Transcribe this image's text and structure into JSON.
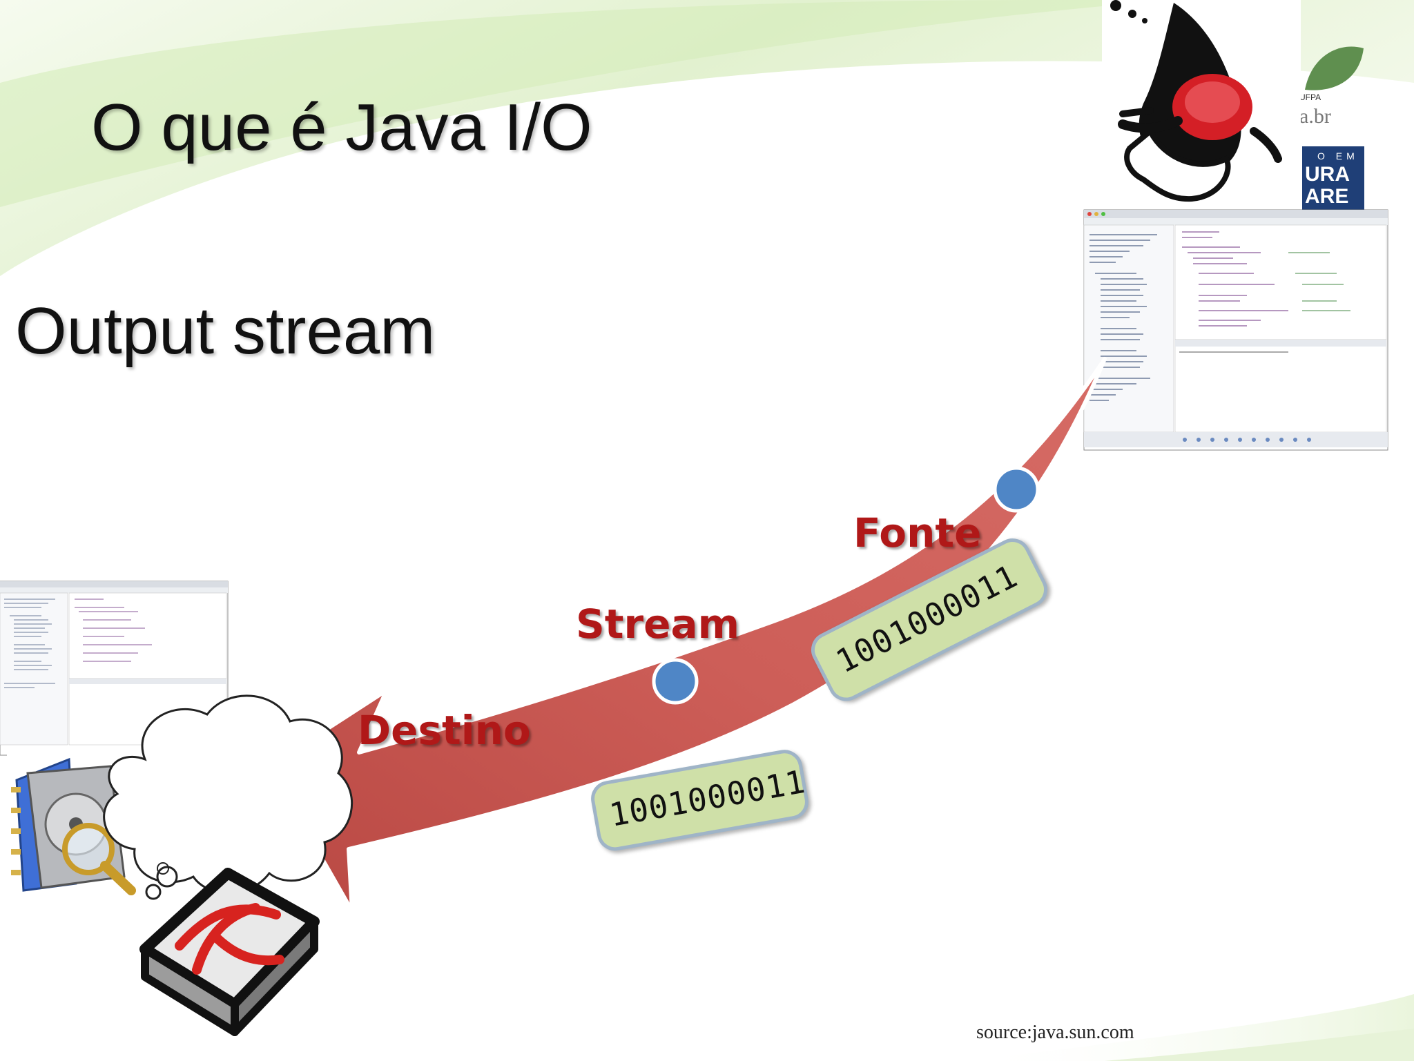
{
  "slide": {
    "title": "O que é Java I/O",
    "subtitle": "Output stream",
    "source_note": "source:java.sun.com"
  },
  "flow": {
    "source_label": "Fonte",
    "stream_label": "Stream",
    "destination_label": "Destino",
    "bits_1": "1001000011",
    "bits_2": "1001000011"
  },
  "logo": {
    "small_text": "UFPA",
    "partial_text": "a.br",
    "blue_line_1": "O EM",
    "blue_line_2": "URA",
    "blue_line_3": "ARE"
  },
  "colors": {
    "arrow_red": "#c9534f",
    "label_red": "#b01818",
    "node_blue": "#4f86c6",
    "bits_green": "#cfe0a8",
    "logo_blue": "#1f3f77",
    "bg_green": "#e4f2d2"
  },
  "icons": {
    "java_mascot": "duke-icon",
    "ide_window": "ide-screenshot-icon",
    "pdf_app": "acrobat-icon",
    "file_search": "disk-search-icon",
    "thought": "thought-cloud-icon"
  }
}
